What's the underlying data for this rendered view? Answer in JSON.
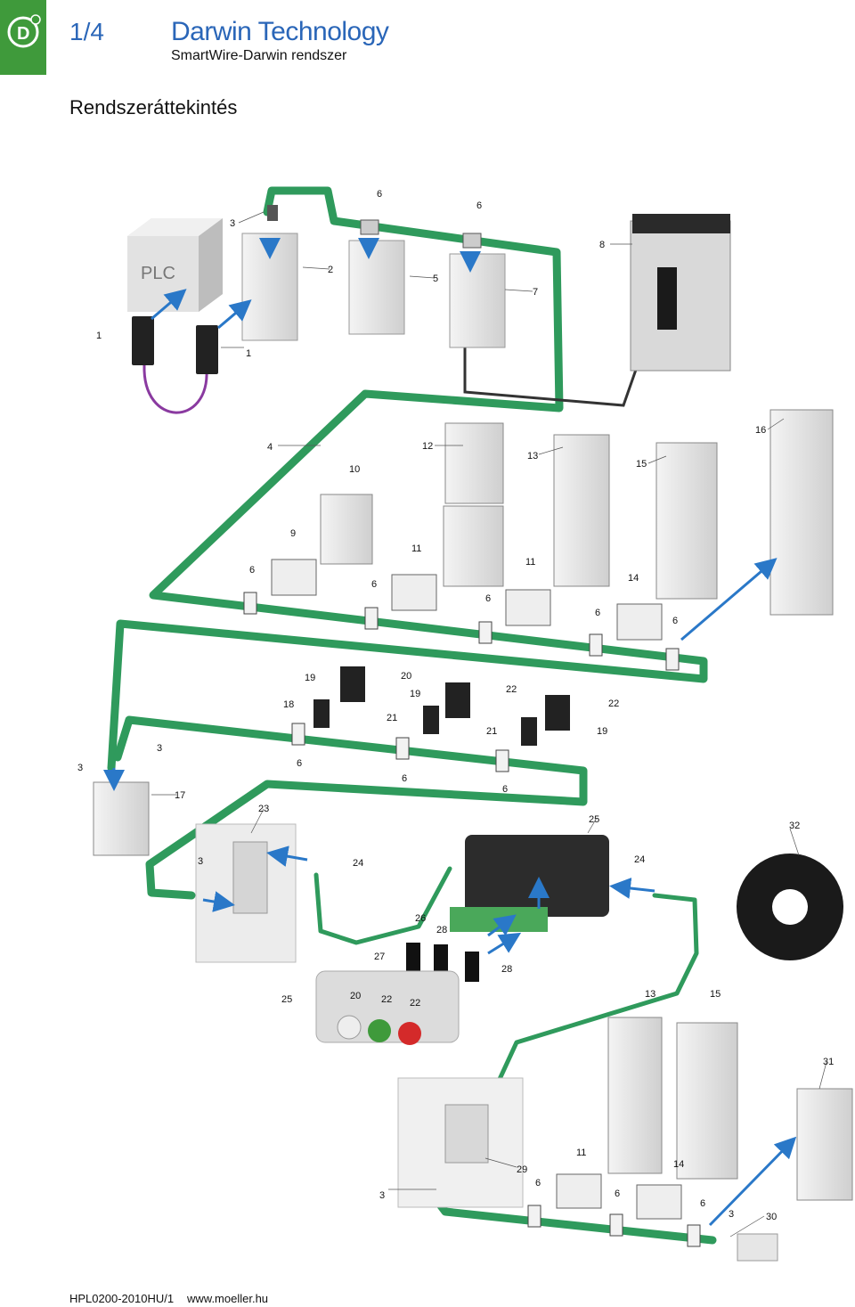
{
  "header": {
    "page_number": "1/4",
    "title": "Darwin Technology",
    "subtitle": "SmartWire-Darwin rendszer"
  },
  "section_title": "Rendszeráttekintés",
  "plc_label": "PLC",
  "callouts": [
    {
      "id": "c3a",
      "text": "3"
    },
    {
      "id": "c6a",
      "text": "6"
    },
    {
      "id": "c6b",
      "text": "6"
    },
    {
      "id": "c8",
      "text": "8"
    },
    {
      "id": "c2",
      "text": "2"
    },
    {
      "id": "c5",
      "text": "5"
    },
    {
      "id": "c7",
      "text": "7"
    },
    {
      "id": "c1a",
      "text": "1"
    },
    {
      "id": "c1b",
      "text": "1"
    },
    {
      "id": "c4",
      "text": "4"
    },
    {
      "id": "c10",
      "text": "10"
    },
    {
      "id": "c12",
      "text": "12"
    },
    {
      "id": "c13a",
      "text": "13"
    },
    {
      "id": "c15a",
      "text": "15"
    },
    {
      "id": "c16",
      "text": "16"
    },
    {
      "id": "c9",
      "text": "9"
    },
    {
      "id": "c11a",
      "text": "11"
    },
    {
      "id": "c11b",
      "text": "11"
    },
    {
      "id": "c6c",
      "text": "6"
    },
    {
      "id": "c6d",
      "text": "6"
    },
    {
      "id": "c6e",
      "text": "6"
    },
    {
      "id": "c6f",
      "text": "6"
    },
    {
      "id": "c6g",
      "text": "6"
    },
    {
      "id": "c14a",
      "text": "14"
    },
    {
      "id": "c19a",
      "text": "19"
    },
    {
      "id": "c20a",
      "text": "20"
    },
    {
      "id": "c19b",
      "text": "19"
    },
    {
      "id": "c22a",
      "text": "22"
    },
    {
      "id": "c18",
      "text": "18"
    },
    {
      "id": "c21a",
      "text": "21"
    },
    {
      "id": "c22b",
      "text": "22"
    },
    {
      "id": "c21b",
      "text": "21"
    },
    {
      "id": "c19c",
      "text": "19"
    },
    {
      "id": "c3b",
      "text": "3"
    },
    {
      "id": "c3c",
      "text": "3"
    },
    {
      "id": "c6h",
      "text": "6"
    },
    {
      "id": "c6i",
      "text": "6"
    },
    {
      "id": "c6j",
      "text": "6"
    },
    {
      "id": "c17",
      "text": "17"
    },
    {
      "id": "c23",
      "text": "23"
    },
    {
      "id": "c25a",
      "text": "25"
    },
    {
      "id": "c32",
      "text": "32"
    },
    {
      "id": "c3d",
      "text": "3"
    },
    {
      "id": "c24a",
      "text": "24"
    },
    {
      "id": "c24b",
      "text": "24"
    },
    {
      "id": "c26",
      "text": "26"
    },
    {
      "id": "c28a",
      "text": "28"
    },
    {
      "id": "c27",
      "text": "27"
    },
    {
      "id": "c28b",
      "text": "28"
    },
    {
      "id": "c25b",
      "text": "25"
    },
    {
      "id": "c20b",
      "text": "20"
    },
    {
      "id": "c22c",
      "text": "22"
    },
    {
      "id": "c22d",
      "text": "22"
    },
    {
      "id": "c13b",
      "text": "13"
    },
    {
      "id": "c15b",
      "text": "15"
    },
    {
      "id": "c31",
      "text": "31"
    },
    {
      "id": "c11c",
      "text": "11"
    },
    {
      "id": "c14b",
      "text": "14"
    },
    {
      "id": "c29",
      "text": "29"
    },
    {
      "id": "c6k",
      "text": "6"
    },
    {
      "id": "c6l",
      "text": "6"
    },
    {
      "id": "c6m",
      "text": "6"
    },
    {
      "id": "c3e",
      "text": "3"
    },
    {
      "id": "c30",
      "text": "30"
    },
    {
      "id": "c3f",
      "text": "3"
    }
  ],
  "colors": {
    "accent": "#2a66b8",
    "brand_green": "#3f9a3b",
    "cable_green": "#2f9a5c",
    "arrow_blue": "#2a78c8",
    "profibus_purple": "#8a3aa0"
  },
  "footer": {
    "code": "HPL0200-2010HU/1",
    "url": "www.moeller.hu"
  }
}
